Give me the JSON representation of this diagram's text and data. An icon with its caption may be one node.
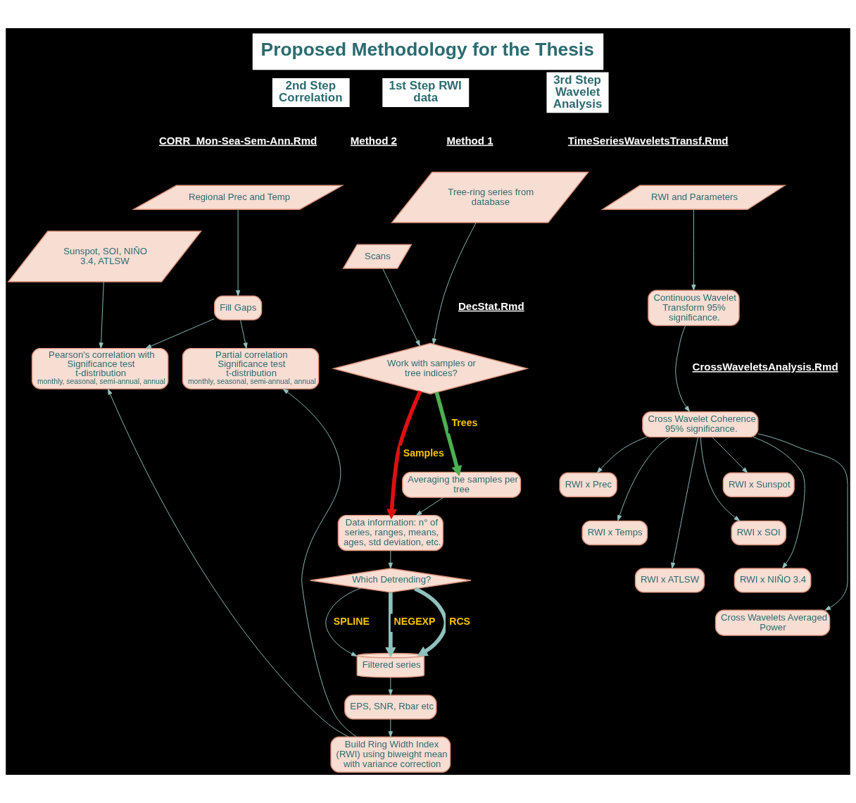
{
  "diagram": {
    "title": "Proposed Methodology for the Thesis",
    "nodes": [
      {
        "text": [
          "2nd Step Correlation"
        ]
      },
      {
        "text": [
          "1st Step RWI data"
        ]
      },
      {
        "text": [
          "3rd Step Wavelet Analysis"
        ]
      },
      {
        "text": [
          "Regional Prec and Temp"
        ]
      },
      {
        "text": [
          "Sunspot, SOI, NIÑO 3.4, ATLSW"
        ]
      },
      {
        "text": [
          "Fill Gaps"
        ]
      },
      {
        "text": [
          "Pearson's correlation with Significance test t-distribution",
          "monthly, seasonal, semi-annual, annual"
        ]
      },
      {
        "text": [
          "Partial correlation Significance test t-distribution",
          "monthly, seasonal, semi-annual, annual"
        ]
      },
      {
        "text": [
          "Tree-ring series from database"
        ]
      },
      {
        "text": [
          "Scans"
        ]
      },
      {
        "text": [
          "Work with samples or tree indices?"
        ]
      },
      {
        "text": [
          "Averaging the samples per tree"
        ]
      },
      {
        "text": [
          "Data information: n° of series, ranges, means, ages, std deviation, etc."
        ]
      },
      {
        "text": [
          "Which Detrending?"
        ]
      },
      {
        "text": [
          "Filtered series"
        ]
      },
      {
        "text": [
          "EPS, SNR, Rbar etc"
        ]
      },
      {
        "text": [
          "Build Ring Width Index (RWI) using biweight mean with variance correction"
        ]
      },
      {
        "text": [
          "RWI and Parameters"
        ]
      },
      {
        "text": [
          "Continuous Wavelet Transform 95% significance."
        ]
      },
      {
        "text": [
          "Cross Wavelet Coherence 95% significance."
        ]
      },
      {
        "text": [
          "RWI x Sunspot"
        ]
      },
      {
        "text": [
          "RWI x Prec"
        ]
      },
      {
        "text": [
          "RWI x SOI"
        ]
      },
      {
        "text": [
          "RWI x Temps"
        ]
      },
      {
        "text": [
          "RWI x NIÑO 3.4"
        ]
      },
      {
        "text": [
          "RWI x ATLSW"
        ]
      },
      {
        "text": [
          "Cross Wavelets Averaged Power"
        ]
      }
    ],
    "edges": [
      {
        "from": 3,
        "to": 5,
        "arrow": "to"
      },
      {
        "from": 5,
        "to": 6,
        "arrow": "to"
      },
      {
        "from": 4,
        "to": 6,
        "arrow": "to"
      },
      {
        "from": 5,
        "to": 7,
        "arrow": "to"
      },
      {
        "from": 16,
        "to": 6,
        "arrow": "to"
      },
      {
        "from": 16,
        "to": 7,
        "arrow": "to"
      },
      {
        "from": 8,
        "to": 10,
        "arrow": "to"
      },
      {
        "from": 9,
        "to": 10,
        "arrow": "to"
      },
      {
        "from": 10,
        "to": 12,
        "arrow": "to",
        "label": "Samples",
        "style": "thick",
        "color": "#e01010"
      },
      {
        "from": 10,
        "to": 11,
        "arrow": "to",
        "label": "Trees",
        "style": "thick",
        "color": "#4caf50"
      },
      {
        "from": 11,
        "to": 12,
        "arrow": "to"
      },
      {
        "from": 12,
        "to": 13,
        "arrow": "to"
      },
      {
        "from": 13,
        "to": 14,
        "arrow": "to",
        "label": "RCS",
        "style": "thick"
      },
      {
        "from": 13,
        "to": 14,
        "arrow": "to",
        "label": "SPLINE"
      },
      {
        "from": 13,
        "to": 14,
        "arrow": "to",
        "label": "NEGEXP",
        "style": "thick"
      },
      {
        "from": 14,
        "to": 15,
        "arrow": "to"
      },
      {
        "from": 15,
        "to": 16,
        "arrow": "to"
      },
      {
        "from": 17,
        "to": 18,
        "arrow": "to"
      },
      {
        "from": 18,
        "to": 19,
        "arrow": "to"
      },
      {
        "from": 19,
        "to": 20,
        "arrow": "to"
      },
      {
        "from": 19,
        "to": 21,
        "arrow": "to"
      },
      {
        "from": 19,
        "to": 22,
        "arrow": "to"
      },
      {
        "from": 19,
        "to": 23,
        "arrow": "to"
      },
      {
        "from": 19,
        "to": 24,
        "arrow": "to"
      },
      {
        "from": 19,
        "to": 25,
        "arrow": "to"
      },
      {
        "from": 19,
        "to": 26,
        "arrow": "to"
      }
    ],
    "labels": [
      "CORR  Mon-Sea-Sem-Ann.Rmd",
      "Method 1",
      "Method 2",
      "DecStat.Rmd",
      "TimeSeriesWaveletsTransf.Rmd",
      "CrossWaveletsAnalysis.Rmd"
    ]
  }
}
